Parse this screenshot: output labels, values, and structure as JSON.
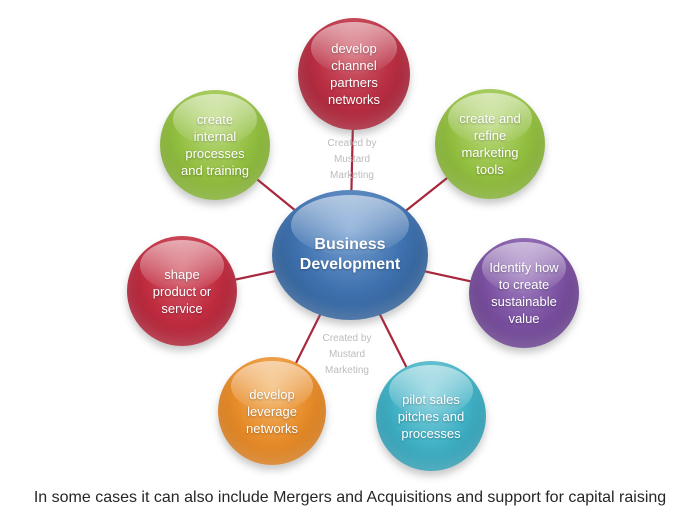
{
  "diagram": {
    "center": {
      "label": "Business\nDevelopment",
      "colors": {
        "light": "#7aa2d2",
        "main": "#3f72b0",
        "dark": "#27507e"
      }
    },
    "nodes": [
      {
        "id": "develop-channel-partners-networks",
        "label": "develop\nchannel\npartners\nnetworks",
        "colors": {
          "light": "#d2616e",
          "main": "#b92e42",
          "dark": "#8c1c2f"
        }
      },
      {
        "id": "create-and-refine-marketing-tools",
        "label": "create and\nrefine\nmarketing\ntools",
        "colors": {
          "light": "#bcdb80",
          "main": "#93bf41",
          "dark": "#6f9a28"
        }
      },
      {
        "id": "identify-how-to-create-sustainable-value",
        "label": "Identify how\nto create\nsustainable\nvalue",
        "colors": {
          "light": "#a483c4",
          "main": "#7b51a1",
          "dark": "#553175"
        }
      },
      {
        "id": "pilot-sales-pitches-and-processes",
        "label": "pilot sales\npitches and\nprocesses",
        "colors": {
          "light": "#85d0dc",
          "main": "#41b1c5",
          "dark": "#21869c"
        }
      },
      {
        "id": "develop-leverage-networks",
        "label": "develop\nleverage\nnetworks",
        "colors": {
          "light": "#f3b76c",
          "main": "#e78c2a",
          "dark": "#c06a12"
        }
      },
      {
        "id": "shape-product-or-service",
        "label": "shape\nproduct or\nservice",
        "colors": {
          "light": "#d5616e",
          "main": "#c02c40",
          "dark": "#921c2f"
        }
      },
      {
        "id": "create-internal-processes-and-training",
        "label": "create\ninternal\nprocesses\nand training",
        "colors": {
          "light": "#bcdb80",
          "main": "#93bf41",
          "dark": "#6f9a28"
        }
      }
    ],
    "connector_color": "#a8273c",
    "watermark": "Created by\nMustard\nMarketing"
  },
  "caption": "In some cases it can also include Mergers and Acquisitions and support for capital raising"
}
